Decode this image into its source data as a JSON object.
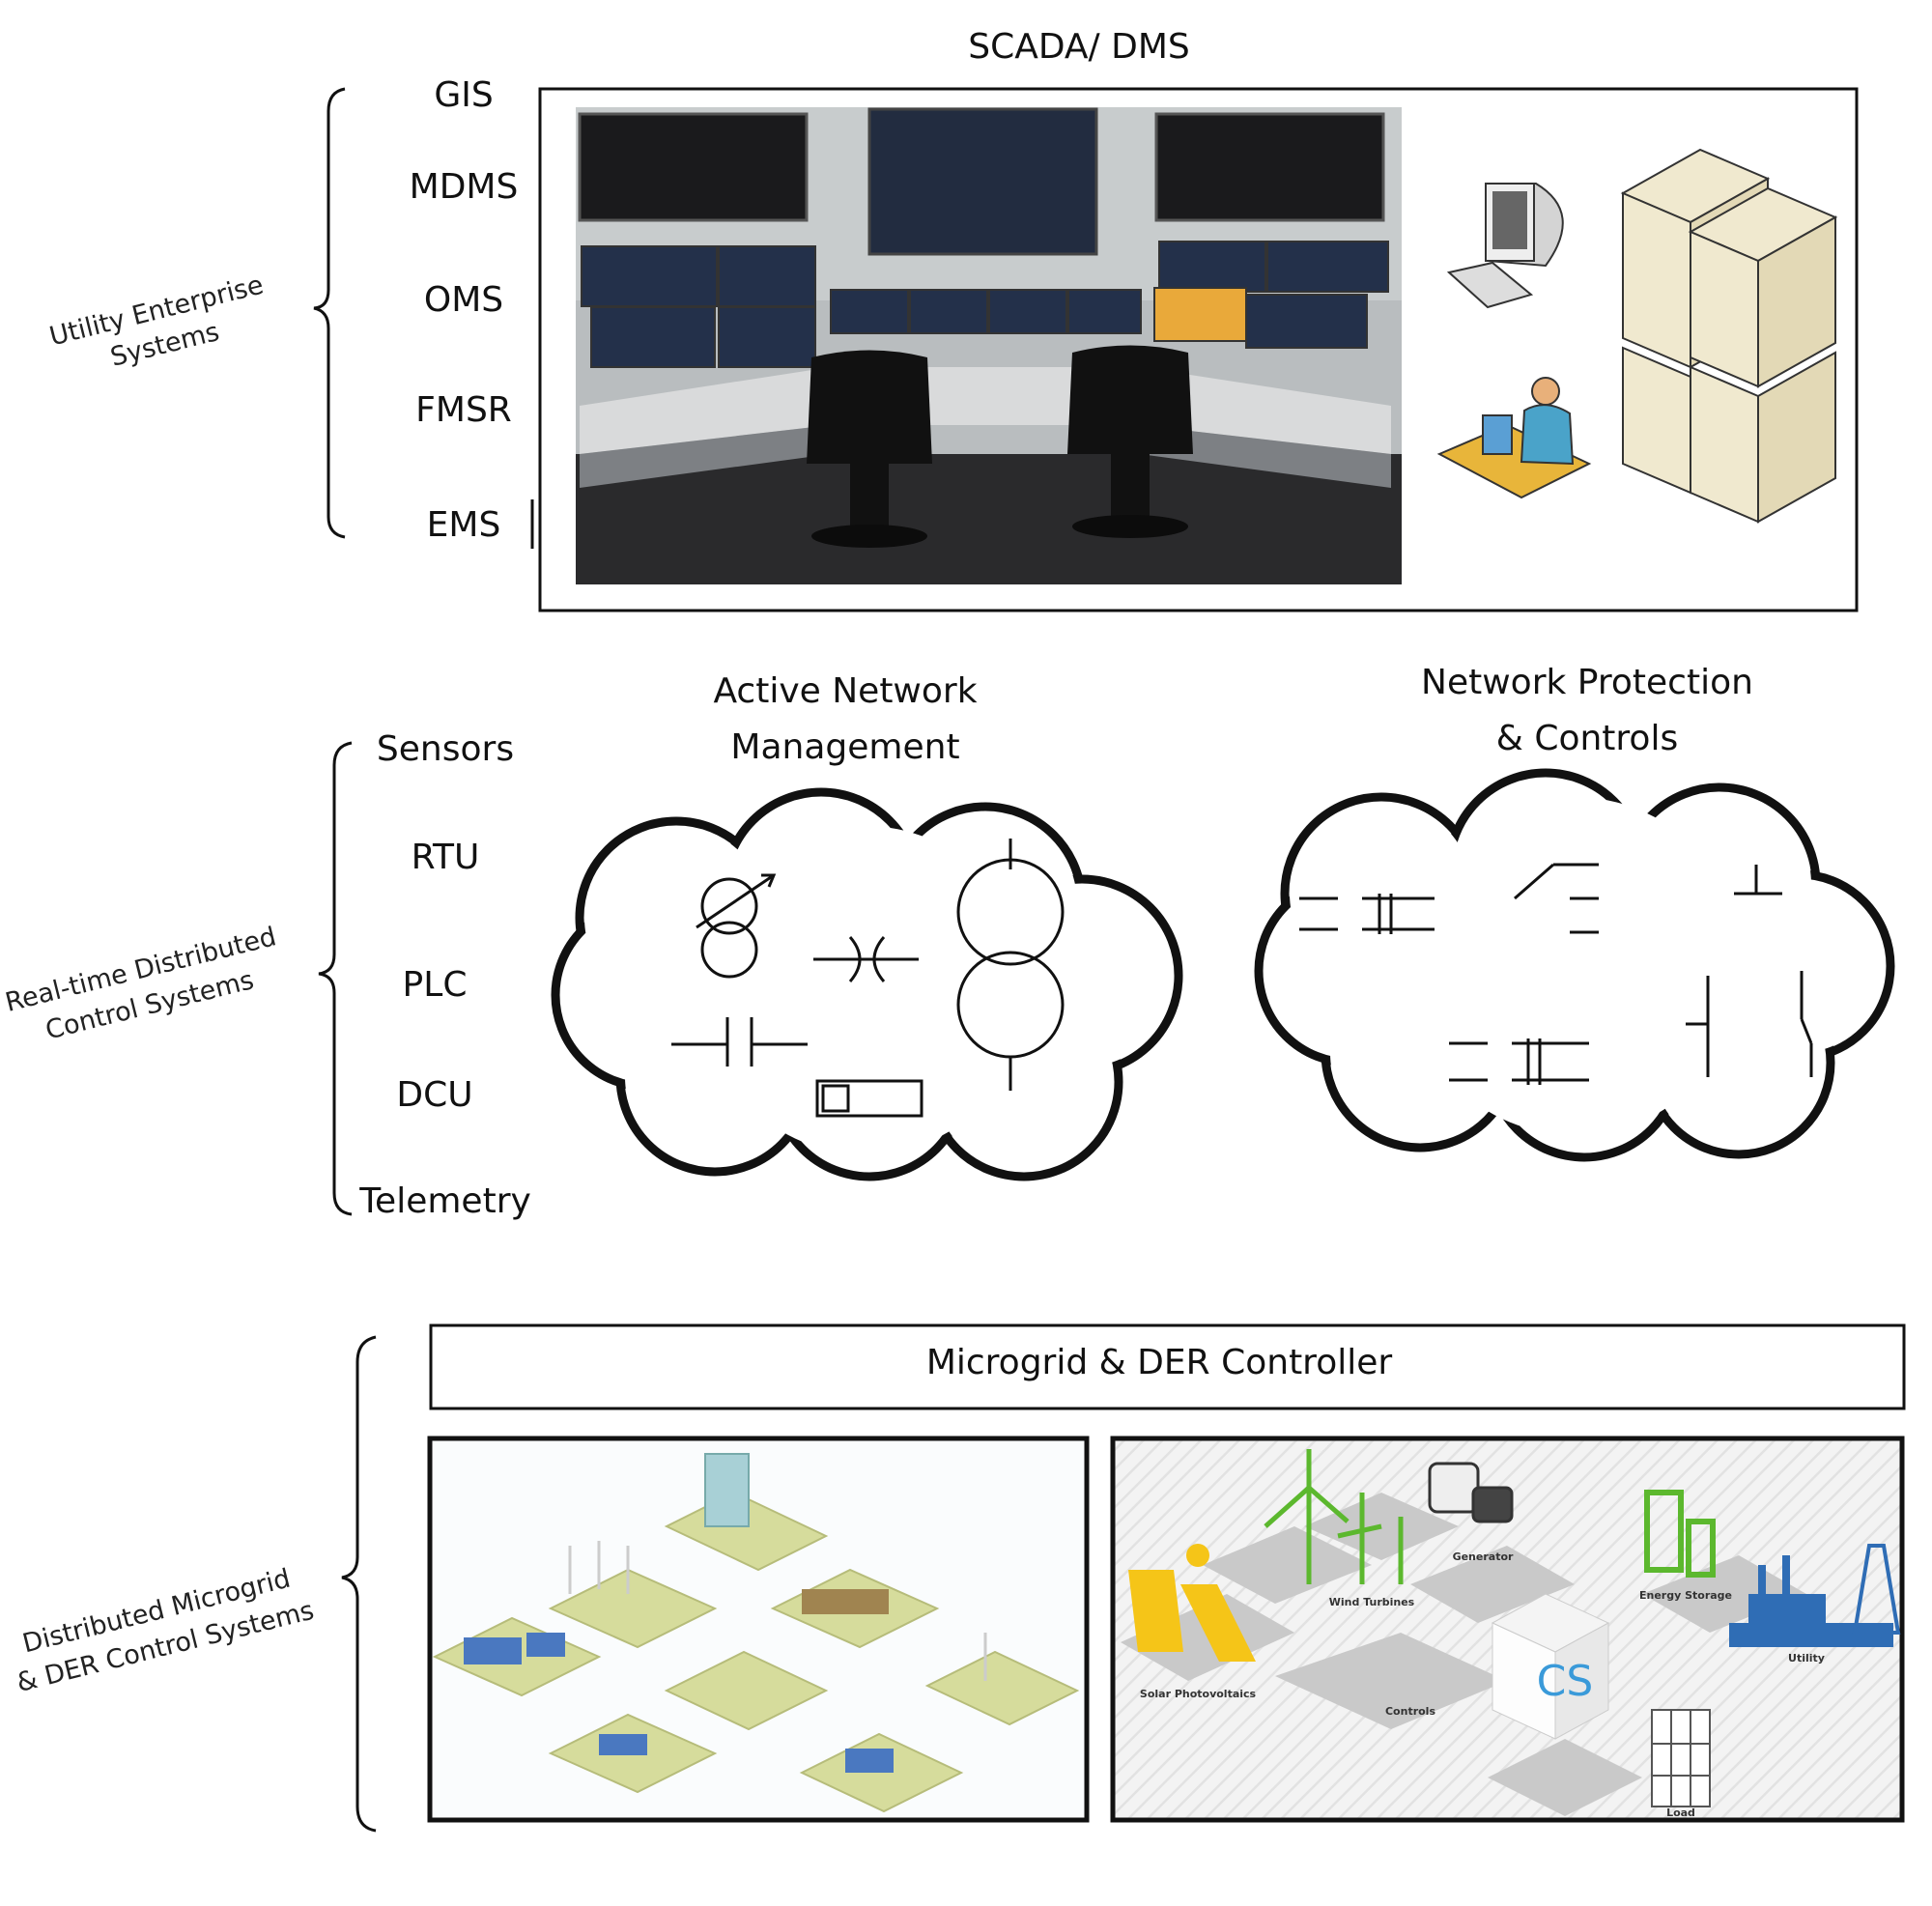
{
  "top": {
    "title": "SCADA/ DMS",
    "group_label_line1": "Utility Enterprise",
    "group_label_line2": "Systems",
    "items": [
      "GIS",
      "MDMS",
      "OMS",
      "FMSR",
      "EMS"
    ]
  },
  "middle": {
    "group_label_line1": "Real-time Distributed",
    "group_label_line2": "Control Systems",
    "items": [
      "Sensors",
      "RTU",
      "PLC",
      "DCU",
      "Telemetry"
    ],
    "cloud1_title_line1": "Active Network",
    "cloud1_title_line2": "Management",
    "cloud2_title_line1": "Network Protection",
    "cloud2_title_line2": "& Controls"
  },
  "bottom": {
    "group_label_line1": "Distributed Microgrid",
    "group_label_line2": "& DER Control Systems",
    "controller_label": "Microgrid & DER Controller",
    "der_labels": {
      "solar": "Solar Photovoltaics",
      "wind": "Wind Turbines",
      "generator": "Generator",
      "storage": "Energy Storage",
      "utility": "Utility",
      "controls": "Controls",
      "load": "Load",
      "logo": "CS"
    }
  },
  "colors": {
    "line": "#111111",
    "wind_green": "#5cb82e",
    "solar_yellow": "#f5c518",
    "utility_blue": "#2f6db5",
    "logo_blue": "#3a9ad9",
    "tile_green": "#d6dc9c"
  }
}
